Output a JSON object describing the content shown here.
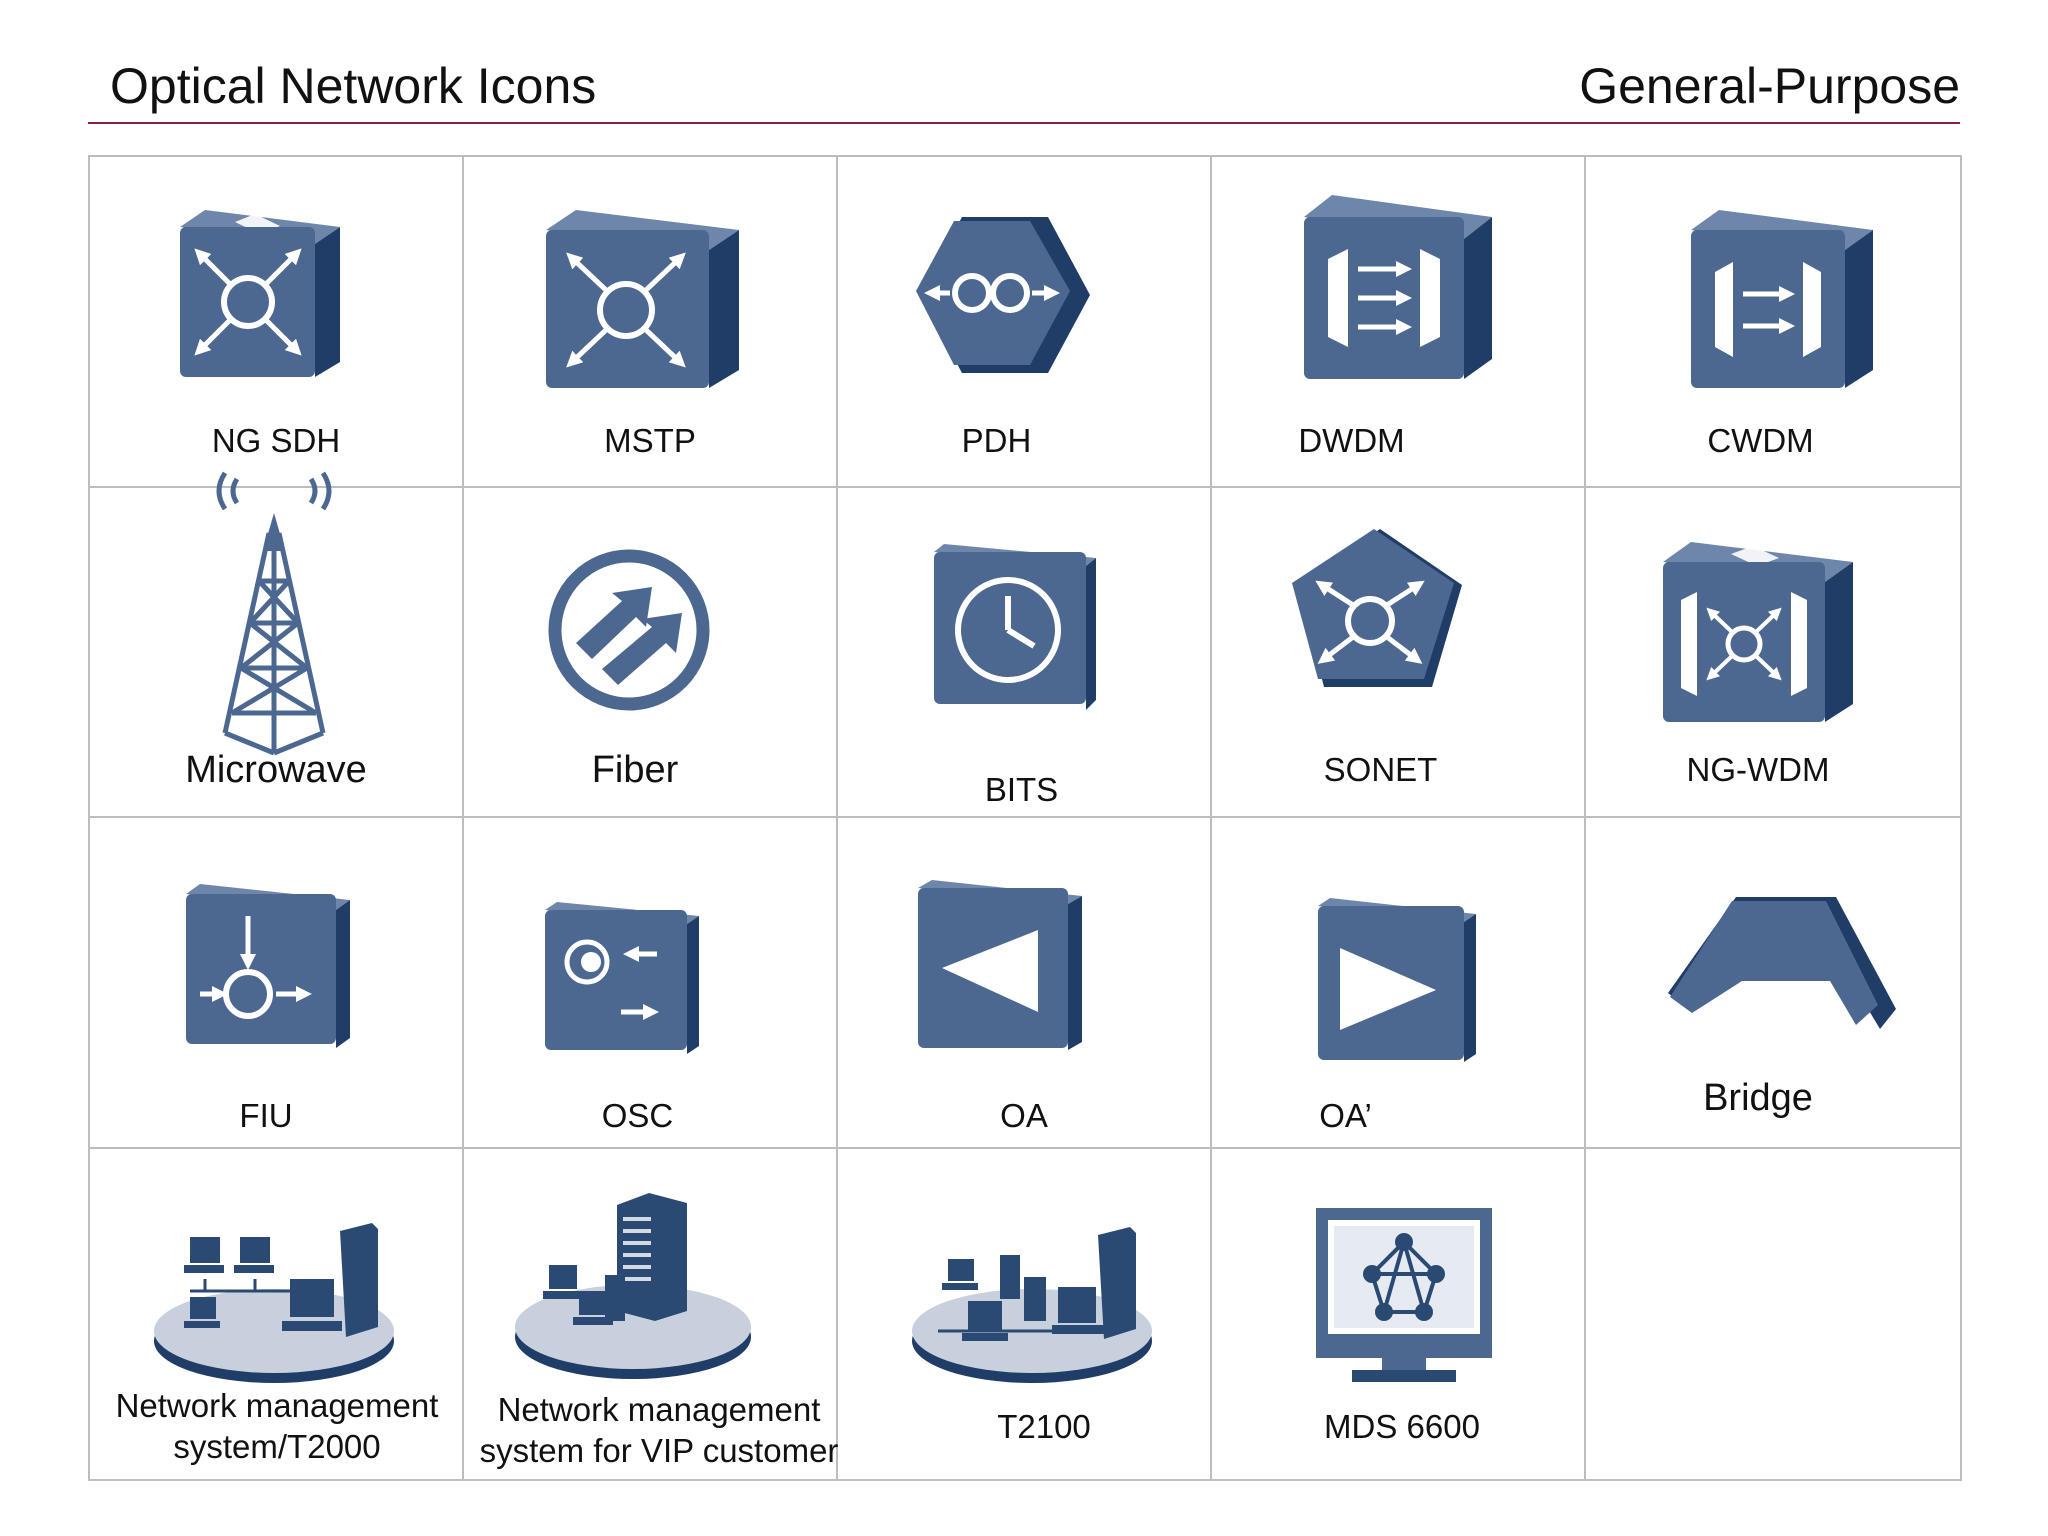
{
  "header": {
    "title": "Optical Network Icons",
    "category": "General-Purpose"
  },
  "colors": {
    "icon_front": "#4d6890",
    "icon_top": "#6d86aa",
    "icon_side": "#1f3d66",
    "header_rule": "#8a1f45",
    "grid_border": "#bdbdbd"
  },
  "icons": [
    {
      "label": "NG SDH",
      "icon": "cross-connect-box-icon"
    },
    {
      "label": "MSTP",
      "icon": "cross-connect-box-icon"
    },
    {
      "label": "PDH",
      "icon": "hexagon-loop-icon"
    },
    {
      "label": "DWDM",
      "icon": "wdm-box-three-arrows-icon"
    },
    {
      "label": "CWDM",
      "icon": "wdm-box-two-arrows-icon"
    },
    {
      "label": "Microwave",
      "icon": "radio-tower-icon"
    },
    {
      "label": "Fiber",
      "icon": "fiber-circle-arrows-icon"
    },
    {
      "label": "BITS",
      "icon": "clock-box-icon"
    },
    {
      "label": "SONET",
      "icon": "pentagon-cross-connect-icon"
    },
    {
      "label": "NG-WDM",
      "icon": "wdm-cross-connect-box-icon"
    },
    {
      "label": "FIU",
      "icon": "fiu-box-icon"
    },
    {
      "label": "OSC",
      "icon": "osc-box-icon"
    },
    {
      "label": "OA",
      "icon": "amplifier-left-icon"
    },
    {
      "label": "OA’",
      "icon": "amplifier-right-icon"
    },
    {
      "label": "Bridge",
      "icon": "bridge-icon"
    },
    {
      "label": "Network management system/T2000",
      "icon": "nms-workstations-icon"
    },
    {
      "label": "Network management system for VIP customer",
      "icon": "nms-building-icon"
    },
    {
      "label": "T2100",
      "icon": "nms-servers-icon"
    },
    {
      "label": "MDS 6600",
      "icon": "monitor-network-icon"
    }
  ]
}
